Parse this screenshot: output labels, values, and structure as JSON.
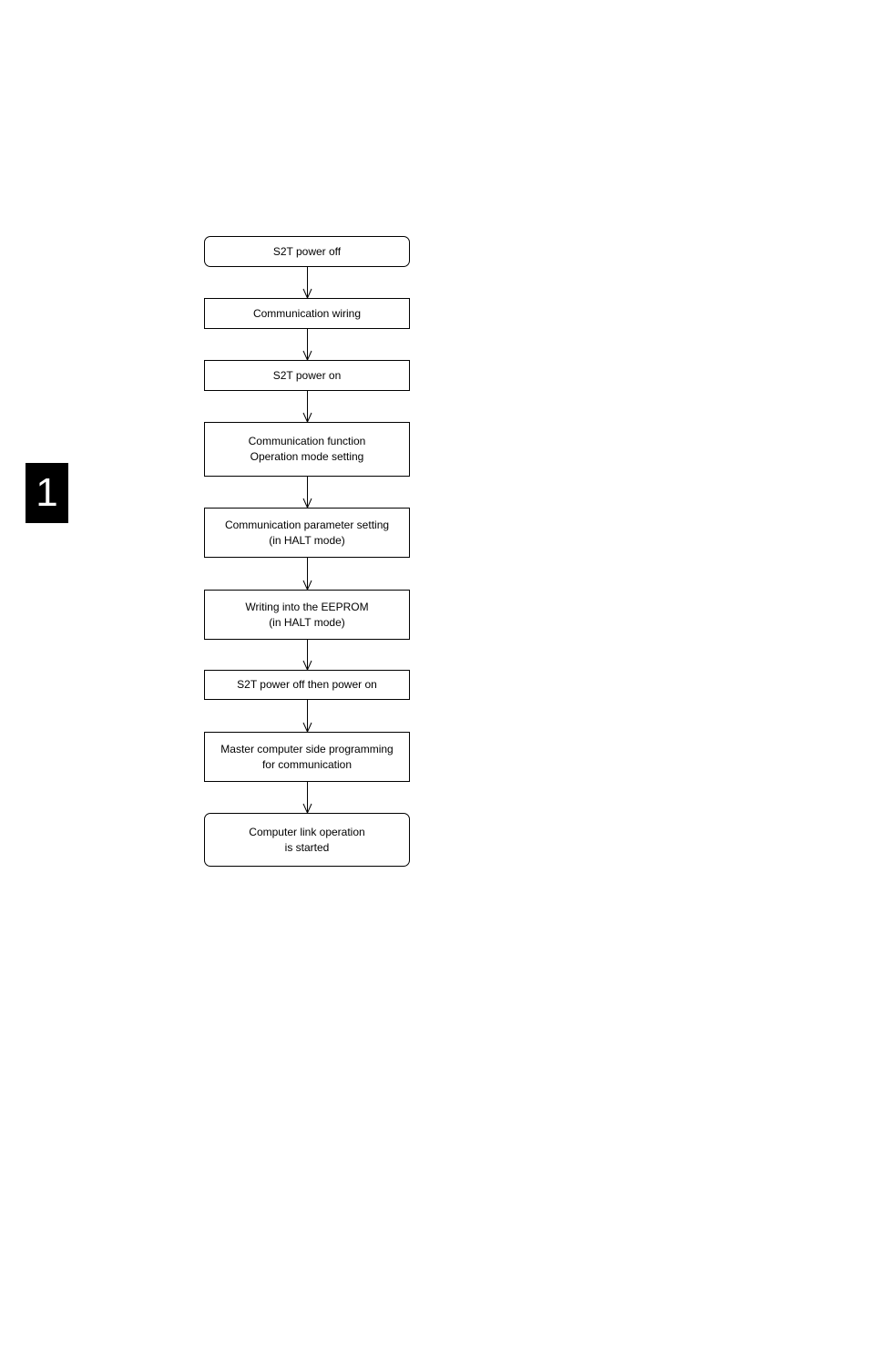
{
  "chapter_tab": {
    "label": "1"
  },
  "flowchart": {
    "steps": [
      {
        "lines": [
          "S2T power off"
        ],
        "shape": "terminal"
      },
      {
        "lines": [
          "Communication wiring"
        ],
        "shape": "process"
      },
      {
        "lines": [
          "S2T power on"
        ],
        "shape": "process"
      },
      {
        "lines": [
          "Communication function",
          "Operation mode setting"
        ],
        "shape": "process"
      },
      {
        "lines": [
          "Communication parameter setting",
          "(in HALT mode)"
        ],
        "shape": "process"
      },
      {
        "lines": [
          "Writing into the EEPROM",
          "(in HALT mode)"
        ],
        "shape": "process"
      },
      {
        "lines": [
          "S2T power off then power on"
        ],
        "shape": "process"
      },
      {
        "lines": [
          "Master computer side programming",
          "for communication"
        ],
        "shape": "process"
      },
      {
        "lines": [
          "Computer link operation",
          "is started"
        ],
        "shape": "terminal"
      }
    ]
  }
}
